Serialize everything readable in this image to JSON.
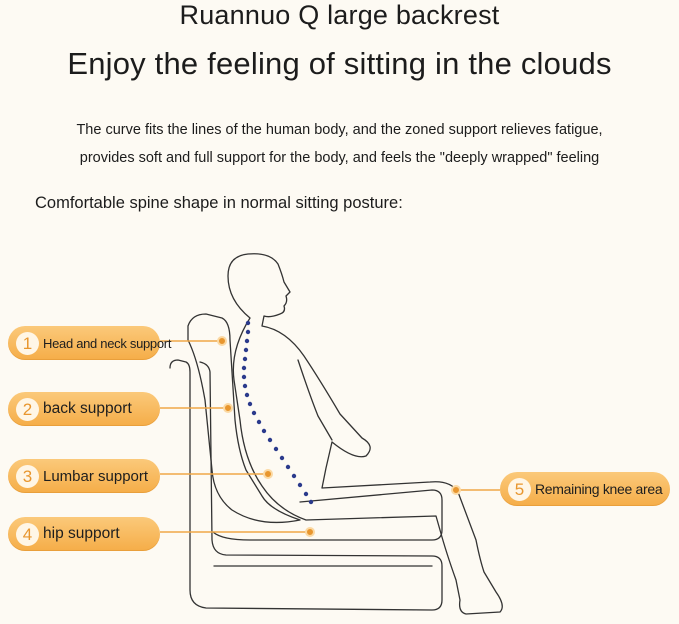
{
  "header": {
    "title": "Ruannuo Q large backrest",
    "subtitle": "Enjoy the feeling of sitting in the clouds"
  },
  "description": {
    "line1": "The curve fits the lines of the human body, and the zoned support relieves fatigue,",
    "line2": "provides soft and full support for the body, and feels the \"deeply wrapped\" feeling"
  },
  "posture_caption": "Comfortable spine shape in normal sitting posture:",
  "supports": [
    {
      "number": "1",
      "label": "Head and neck support"
    },
    {
      "number": "2",
      "label": "back support"
    },
    {
      "number": "3",
      "label": "Lumbar support"
    },
    {
      "number": "4",
      "label": "hip support"
    },
    {
      "number": "5",
      "label": "Remaining knee area"
    }
  ],
  "colors": {
    "accent": "#f5ad48",
    "accent_light": "#fbc97a",
    "marker": "#e8962e",
    "spine_dots": "#2b3a8c",
    "outline": "#333333"
  }
}
